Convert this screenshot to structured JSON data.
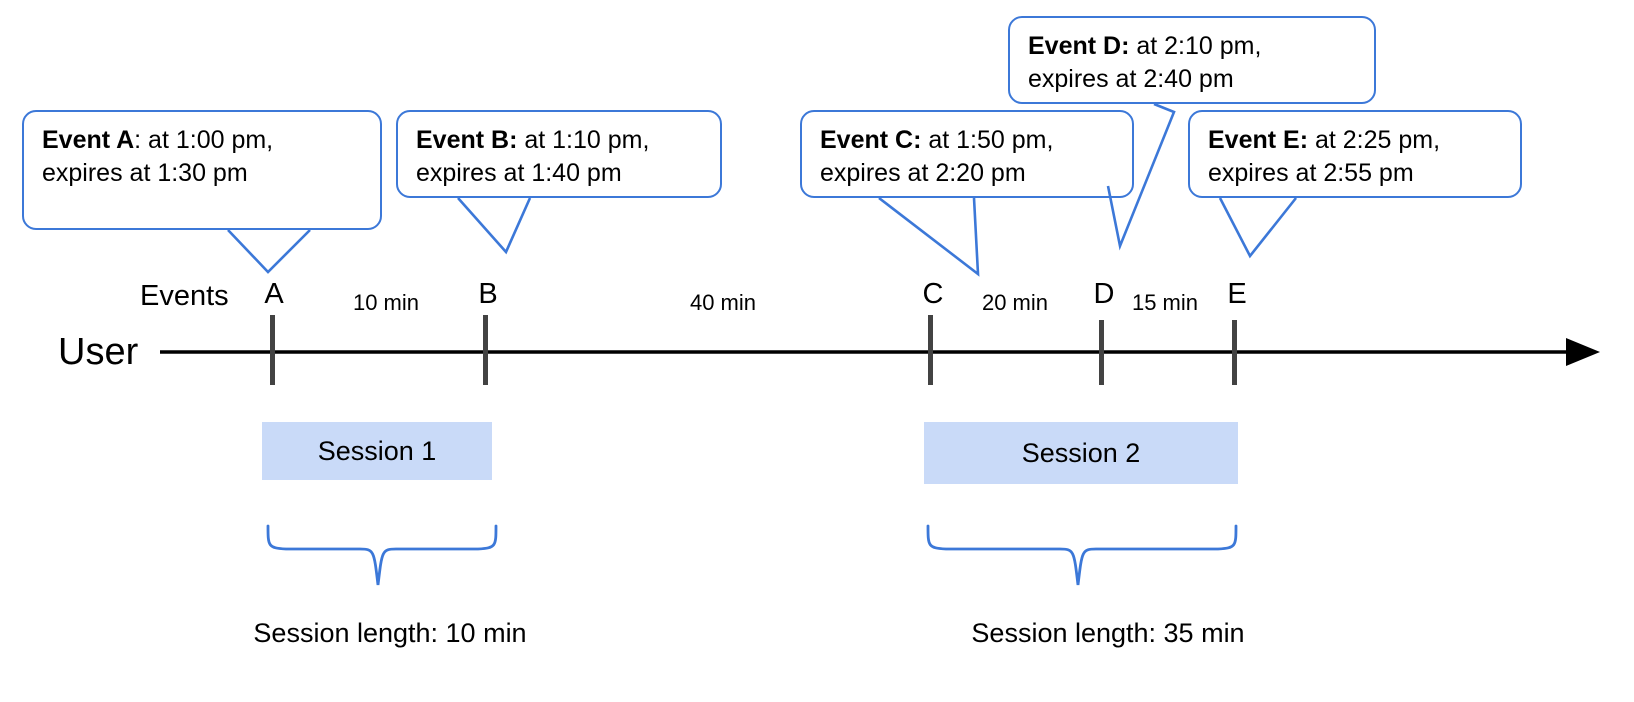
{
  "diagram": {
    "title": "Session timeline with expiring events",
    "accent_color": "#3c78d8",
    "session_bar_color": "#c9daf8",
    "axis_color": "#000000",
    "tick_color": "#434343"
  },
  "axis": {
    "row_label": "User",
    "events_label": "Events"
  },
  "events": [
    {
      "key": "A",
      "tick_label": "A",
      "bold_part": "Event A",
      "rest": ": at 1:00 pm,",
      "line2": "expires at 1:30 pm",
      "time": "1:00 pm",
      "expires": "1:30 pm"
    },
    {
      "key": "B",
      "tick_label": "B",
      "bold_part": "Event B:",
      "rest": " at 1:10 pm,",
      "line2": "expires at 1:40 pm",
      "time": "1:10 pm",
      "expires": "1:40 pm"
    },
    {
      "key": "C",
      "tick_label": "C",
      "bold_part": "Event C:",
      "rest": " at 1:50 pm,",
      "line2": "expires at 2:20 pm",
      "time": "1:50 pm",
      "expires": "2:20 pm"
    },
    {
      "key": "D",
      "tick_label": "D",
      "bold_part": "Event D:",
      "rest": " at 2:10 pm,",
      "line2": "expires at 2:40 pm",
      "time": "2:10 pm",
      "expires": "2:40 pm"
    },
    {
      "key": "E",
      "tick_label": "E",
      "bold_part": "Event E:",
      "rest": " at 2:25 pm,",
      "line2": "expires at 2:55 pm",
      "time": "2:25 pm",
      "expires": "2:55 pm"
    }
  ],
  "gaps": [
    {
      "label": "10 min",
      "between": "A-B"
    },
    {
      "label": "40 min",
      "between": "B-C"
    },
    {
      "label": "20 min",
      "between": "C-D"
    },
    {
      "label": "15 min",
      "between": "D-E"
    }
  ],
  "sessions": [
    {
      "label": "Session 1",
      "length_label": "Session length: 10 min"
    },
    {
      "label": "Session 2",
      "length_label": "Session length: 35 min"
    }
  ]
}
